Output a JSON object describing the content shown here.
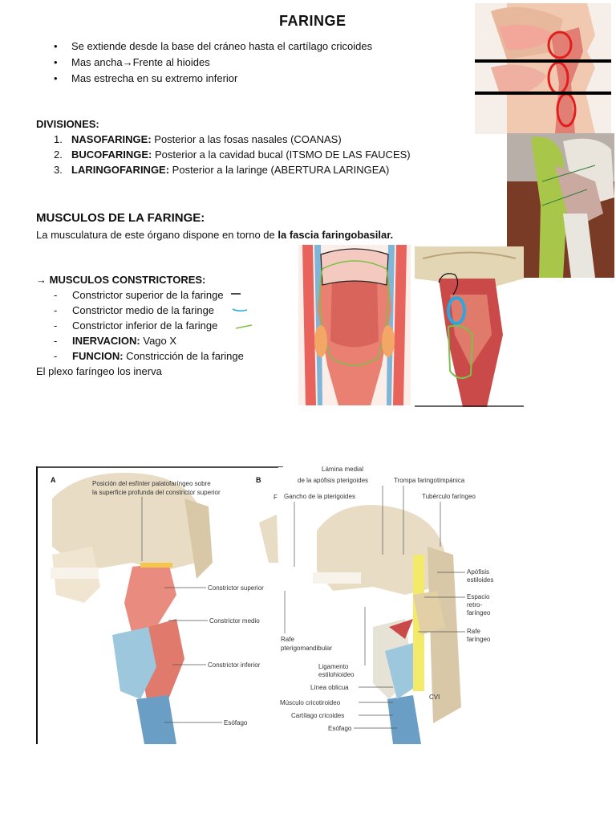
{
  "title": "FARINGE",
  "bullets": [
    "Se extiende desde la base del cráneo hasta el cartílago cricoides",
    "Mas ancha",
    "Mas estrecha en su extremo inferior"
  ],
  "bullet2_rest": "Frente al hioides",
  "arrow_glyph": "→",
  "divisiones_heading": "DIVISIONES:",
  "divisiones": [
    {
      "num": "1.",
      "name": "NASOFARINGE:",
      "desc": " Posterior a las fosas nasales (COANAS)"
    },
    {
      "num": "2.",
      "name": "BUCOFARINGE:",
      "desc": " Posterior a la cavidad bucal (ITSMO DE LAS FAUCES)"
    },
    {
      "num": "3.",
      "name": "LARINGOFARINGE:",
      "desc": " Posterior a la laringe (ABERTURA LARINGEA)"
    }
  ],
  "musculos_heading": "MUSCULOS DE LA FARINGE:",
  "musculos_text": "La musculatura de este órgano dispone en torno de ",
  "musculos_bold": "la fascia faringobasilar.",
  "constrictores_heading": "MUSCULOS CONSTRICTORES:",
  "constrictores": [
    "Constrictor superior de la faringe",
    "Constrictor medio de la faringe",
    "Constrictor inferior de la faringe"
  ],
  "inervacion_label": "INERVACION:",
  "inervacion_value": " Vago X",
  "funcion_label": "FUNCION:",
  "funcion_value": " Constricción de la faringe",
  "plexo_text": "El plexo faríngeo los inerva",
  "figure_a": {
    "letter": "A",
    "caption_line1": "Posición del esfínter palatofaríngeo sobre",
    "caption_line2": "la superficie profunda del constrictor superior",
    "labels": [
      "Constrictor superior",
      "Constrictor medio",
      "Constrictor inferior",
      "Esófago"
    ]
  },
  "figure_b": {
    "letter": "B",
    "letter_f": "F",
    "top_labels": [
      "Lámina medial",
      "de la apófisis pterigoides",
      "Trompa faringotimpánica",
      "Gancho de la pterigoides",
      "Tubérculo faríngeo"
    ],
    "right_labels": [
      "Apófisis",
      "estiloides",
      "Espacio",
      "retro-",
      "faríngeo",
      "Rafe",
      "faríngeo"
    ],
    "left_labels": [
      "Rafe",
      "pterigomandibular"
    ],
    "bottom_labels": [
      "Ligamento",
      "estilohioideo",
      "Línea oblicua",
      "Músculo cricotiroideo",
      "Cartílago cricoides",
      "Esófago"
    ],
    "vertebra_label": "CVI"
  },
  "colors": {
    "muscle": "#d9645c",
    "muscle_light": "#e98b7e",
    "bone": "#e8dcc4",
    "cartilage": "#9cc7dc",
    "green_annot": "#7dc04b",
    "blue_annot": "#2aa7e0",
    "red_annot": "#e11e1e"
  }
}
